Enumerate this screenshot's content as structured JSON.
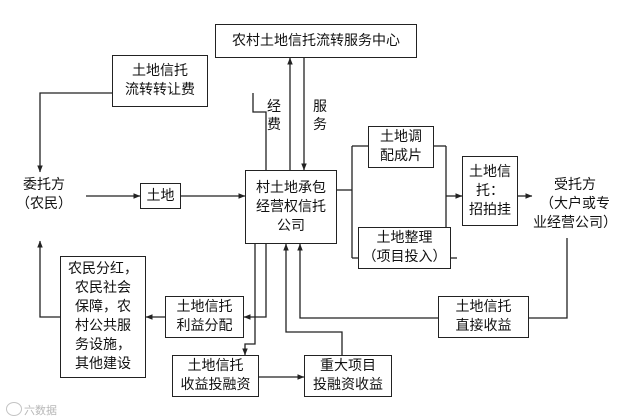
{
  "nodes": {
    "service_center": "农村土地信托流转服务中心",
    "transfer_fee": "土地信托\n流转转让费",
    "client": "委托方\n（农民）",
    "land": "土地",
    "company": "村土地承包\n经营权信托\n公司",
    "allocation": "土地调\n配成片",
    "consolidation": "土地整理\n（项目投入）",
    "bidding": "土地信\n托：\n招拍挂",
    "trustee": "受托方\n（大户或专\n业经营公司）",
    "benefits": "农民分红，\n农民社会\n保障，农\n村公共服\n务设施，\n其他建设",
    "profit_distribution": "土地信托\n利益分配",
    "direct_income": "土地信托\n直接收益",
    "income_investment": "土地信托\n收益投融资",
    "major_project": "重大项目\n投融资收益"
  },
  "edge_labels": {
    "funds": "经费",
    "service": "服务"
  },
  "watermark": "六数据"
}
